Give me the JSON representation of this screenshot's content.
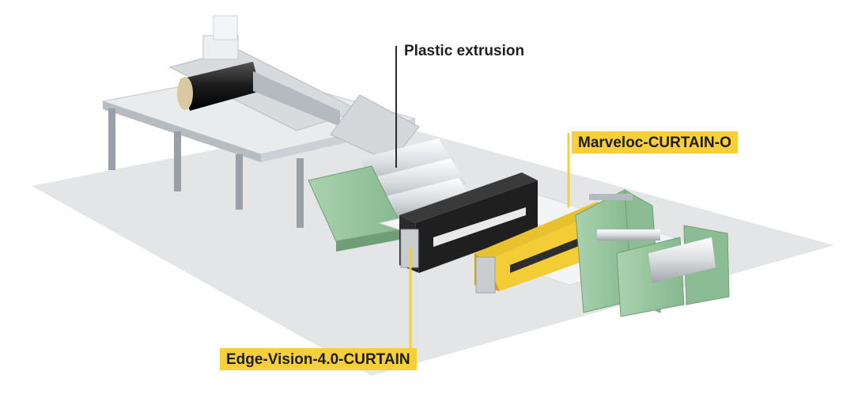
{
  "labels": {
    "extrusion": "Plastic extrusion",
    "marveloc": "Marveloc-CURTAIN-O",
    "edge_vision": "Edge-Vision-4.0-CURTAIN"
  },
  "colors": {
    "highlight_yellow": "#f6cf3a",
    "machine_green": "#93c39a",
    "frame_grey": "#c9cdd2",
    "floor_grey": "#e4e5e6",
    "curtain_black": "#1f1f1f",
    "leader_line": "#2b2b2b"
  }
}
